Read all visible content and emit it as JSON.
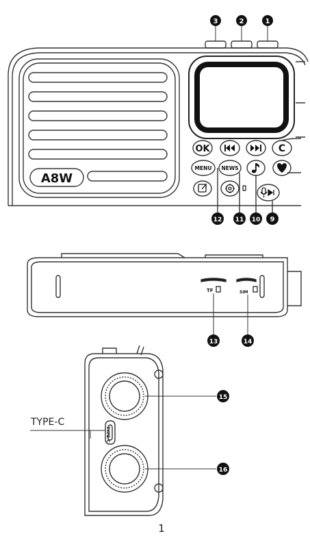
{
  "colors": {
    "ink": "#111111",
    "line": "#333333",
    "light": "#888888",
    "fill_dark": "#111111",
    "bg": "#ffffff"
  },
  "front": {
    "model_label": "A8W",
    "buttons": {
      "ok": "OK",
      "c": "C",
      "menu": "MENU",
      "news": "NEWS"
    },
    "icons": {
      "prev": "previous-track-icon",
      "next": "next-track-icon",
      "music": "music-note-icon",
      "heart": "heart-icon",
      "edit": "edit-icon",
      "settings": "gear-icon",
      "mic_play": "mic-play-pause-icon"
    },
    "callouts_top": [
      "3",
      "2",
      "1"
    ],
    "callouts_bottom": [
      "12",
      "11",
      "10",
      "9"
    ]
  },
  "top_view": {
    "tf_label": "TF",
    "sim_label": "SIM",
    "callouts": [
      "13",
      "14"
    ]
  },
  "side_view": {
    "port_label": "TYPE-C",
    "callout_port": "TYPE-C",
    "callouts": [
      "15",
      "16"
    ]
  },
  "page_number": "1"
}
